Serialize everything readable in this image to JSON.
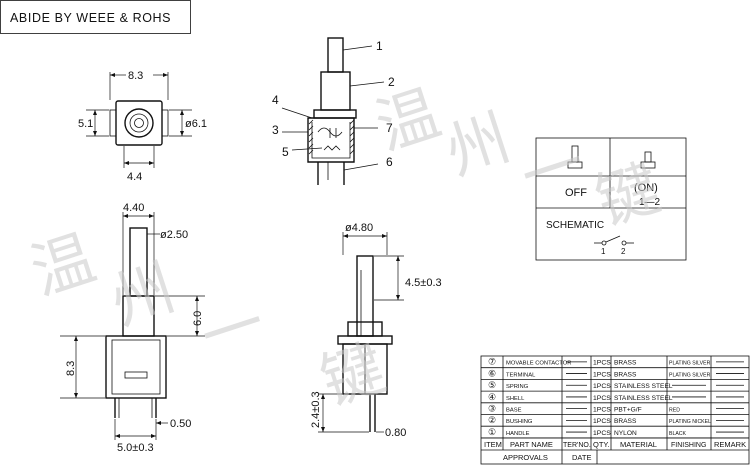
{
  "header": {
    "compliance": "ABIDE BY WEEE & ROHS"
  },
  "watermark": {
    "chars": [
      "温",
      "州",
      "一",
      "键"
    ]
  },
  "top_view": {
    "width": "8.3",
    "height": "5.1",
    "diameter": "ø6.1",
    "pin_spacing": "4.4"
  },
  "side_section": {
    "callouts": [
      "1",
      "2",
      "3",
      "4",
      "5",
      "6",
      "7"
    ]
  },
  "front_view": {
    "top_width": "4.40",
    "stem_diameter": "ø2.50",
    "stem_length": "6.0",
    "body_height": "8.3",
    "terminal_pitch": "5.0±0.3",
    "terminal_thickness": "0.50"
  },
  "right_view": {
    "width": "ø4.80",
    "stroke": "4.5±0.3",
    "terminal_length": "2.4±0.3",
    "terminal_width": "0.80"
  },
  "switch_table": {
    "state": "OFF",
    "on_state": "(ON)",
    "contacts": "1—2",
    "schematic_label": "SCHEMATIC",
    "pin1": "1",
    "pin2": "2"
  },
  "bom": {
    "rows": [
      {
        "item": "⑦",
        "part": "MOVABLE CONTACTOR",
        "qty": "1PCS",
        "material": "BRASS",
        "finishing": "PLATING SILVER",
        "remark": ""
      },
      {
        "item": "⑥",
        "part": "TERMINAL",
        "qty": "1PCS",
        "material": "BRASS",
        "finishing": "PLATING SILVER",
        "remark": ""
      },
      {
        "item": "⑤",
        "part": "SPRING",
        "qty": "1PCS",
        "material": "STAINLESS STEEL",
        "finishing": "",
        "remark": ""
      },
      {
        "item": "④",
        "part": "SHELL",
        "qty": "1PCS",
        "material": "STAINLESS STEEL",
        "finishing": "",
        "remark": ""
      },
      {
        "item": "③",
        "part": "BASE",
        "qty": "1PCS",
        "material": "PBT+G/F",
        "finishing": "RED",
        "remark": ""
      },
      {
        "item": "②",
        "part": "BUSHING",
        "qty": "1PCS",
        "material": "BRASS",
        "finishing": "PLATING NICKEL",
        "remark": ""
      },
      {
        "item": "①",
        "part": "HANDLE",
        "qty": "1PCS",
        "material": "NYLON",
        "finishing": "BLACK",
        "remark": ""
      }
    ],
    "headers": {
      "item": "ITEM",
      "part": "PART NAME",
      "ter": "TER'NO.",
      "qty": "QTY.",
      "material": "MATERIAL",
      "finishing": "FINISHING",
      "remark": "REMARK"
    },
    "approvals": "APPROVALS",
    "date": "DATE"
  }
}
